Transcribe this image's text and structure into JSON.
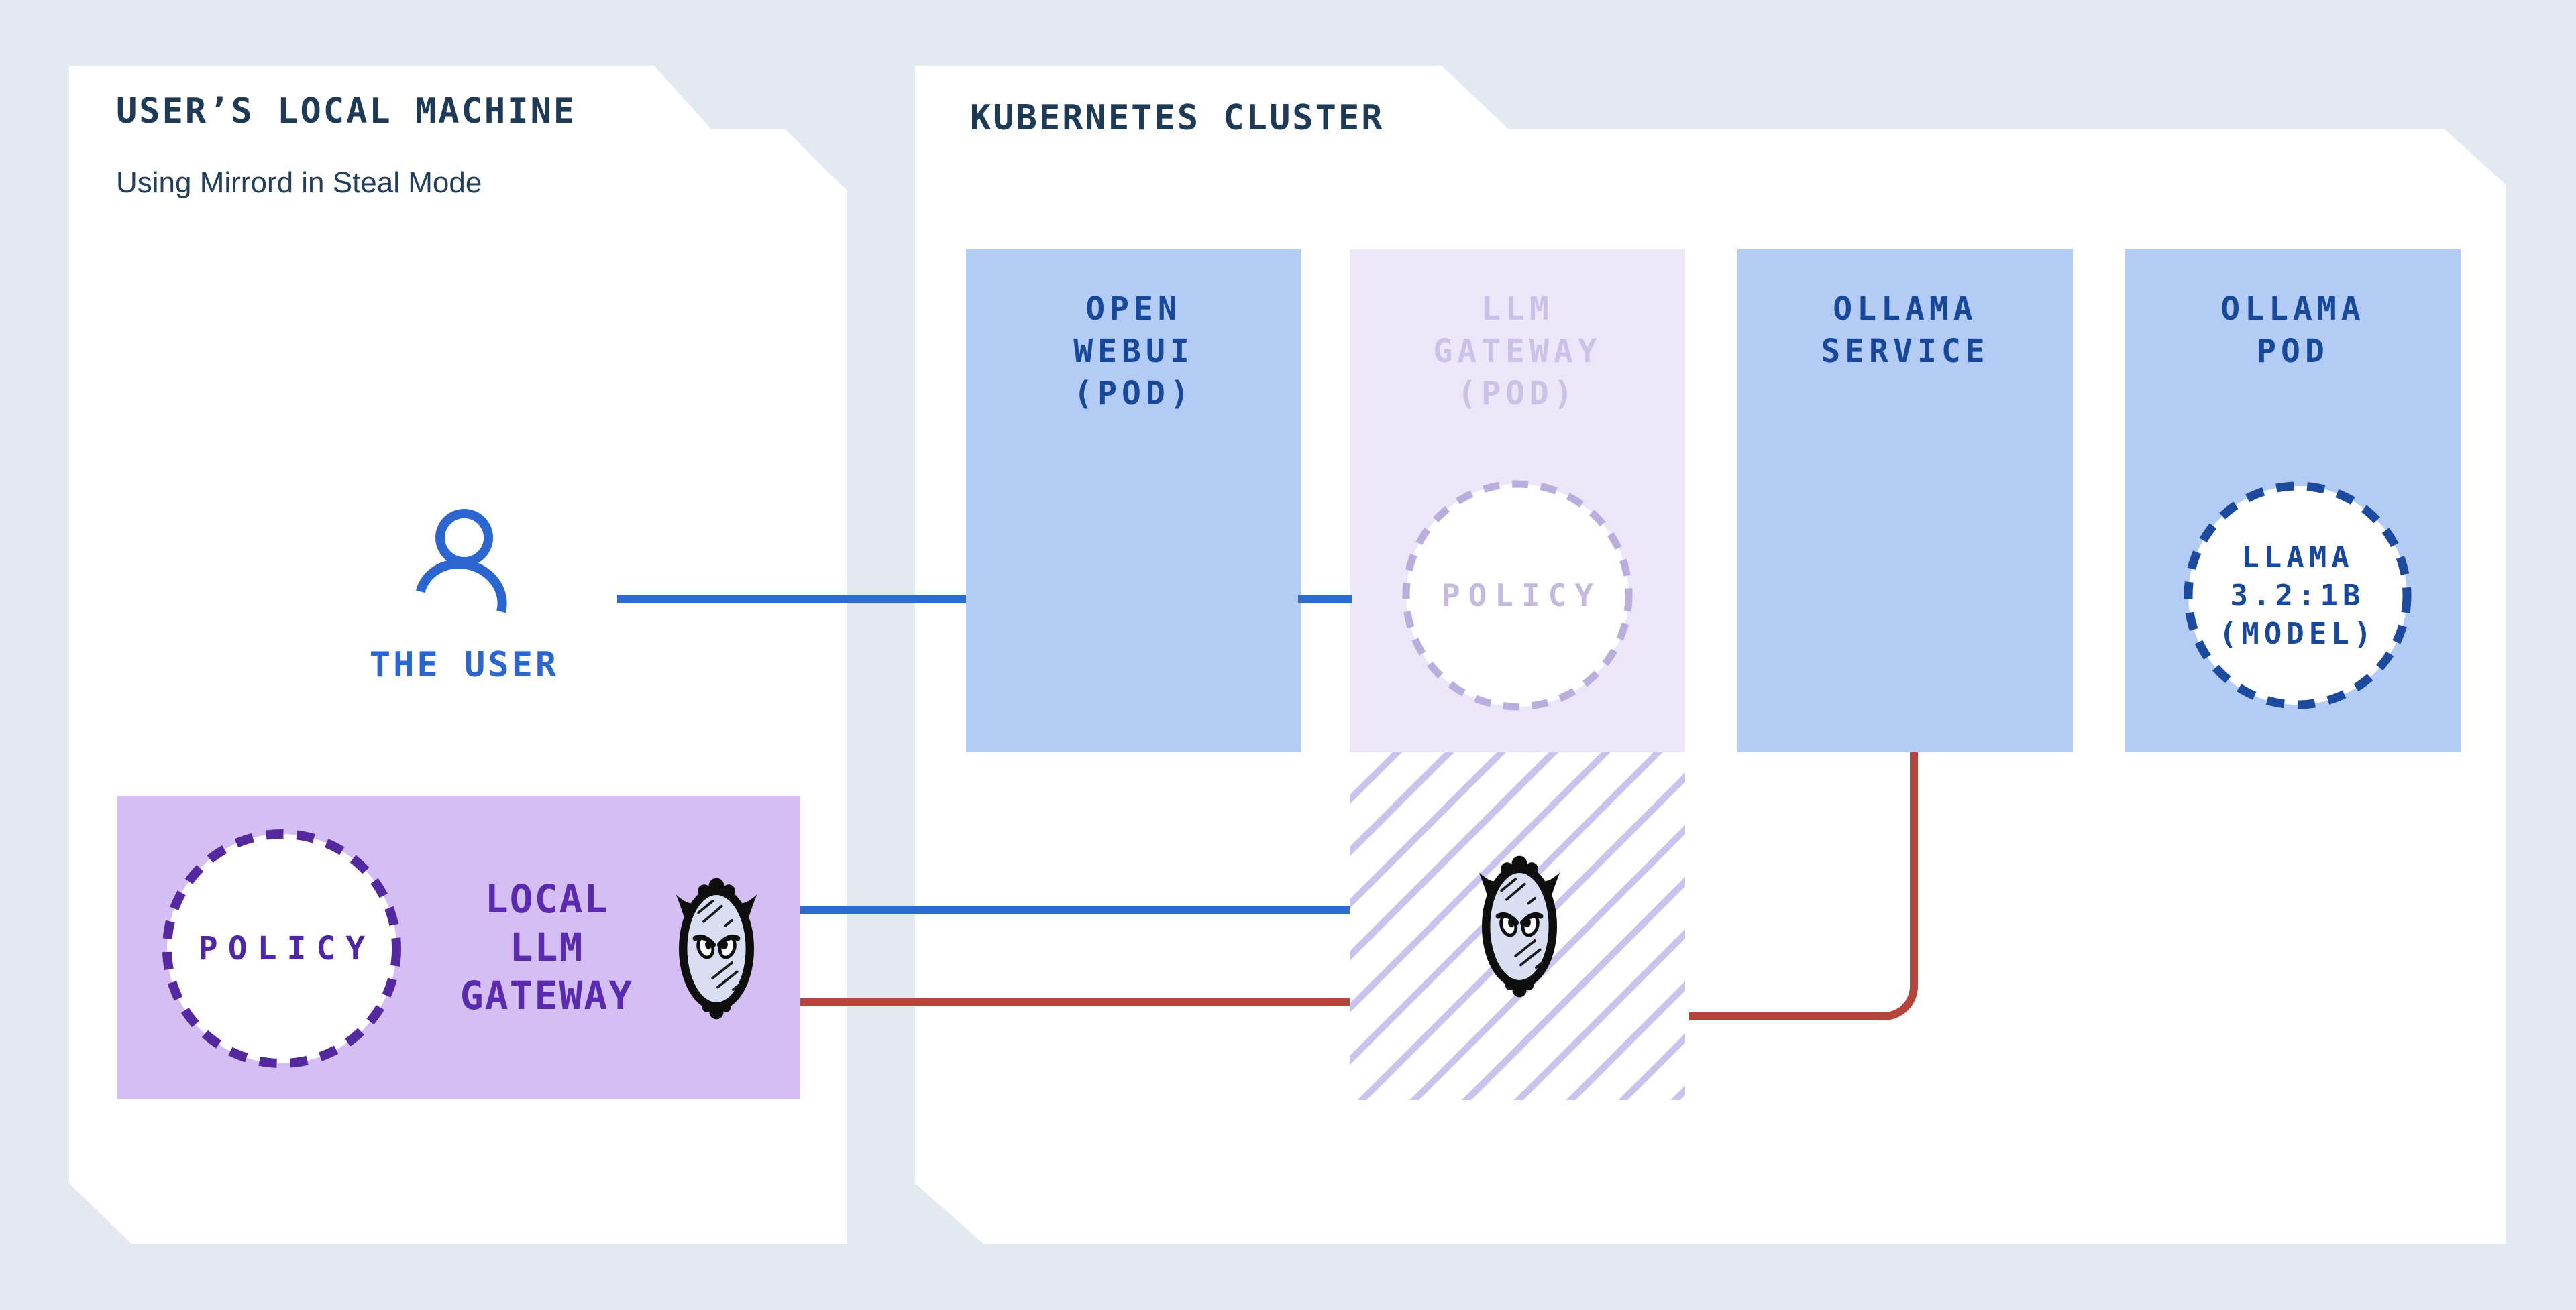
{
  "local_machine": {
    "title": "USER’S LOCAL MACHINE",
    "subtitle": "Using Mirrord in Steal Mode",
    "user_label": "THE USER",
    "gateway": {
      "label": "LOCAL\nLLM\nGATEWAY",
      "policy_label": "POLICY",
      "mascot_icon": "mirrord-angry-mirror"
    }
  },
  "kubernetes_cluster": {
    "title": "KUBERNETES CLUSTER",
    "pods": [
      {
        "id": "open-webui",
        "label": "OPEN\nWEBUI\n(POD)",
        "variant": "blue"
      },
      {
        "id": "llm-gateway",
        "label": "LLM\nGATEWAY\n(POD)",
        "variant": "lavender",
        "policy_label": "POLICY",
        "status": "bypassed"
      },
      {
        "id": "ollama-service",
        "label": "OLLAMA\nSERVICE",
        "variant": "blue"
      },
      {
        "id": "ollama-pod",
        "label": "OLLAMA\nPOD",
        "variant": "blue",
        "model_label": "LLAMA\n3.2:1B\n(MODEL)"
      }
    ],
    "stolen_traffic_mascot_icon": "mirrord-angry-mirror"
  },
  "connections": [
    {
      "from": "the-user",
      "to": "open-webui-pod",
      "color": "#2b6bd2"
    },
    {
      "from": "open-webui-pod",
      "to": "llm-gateway-policy",
      "color": "#2b6bd2"
    },
    {
      "from": "local-llm-gateway",
      "to": "stolen-traffic-area",
      "color": "#2b6bd2"
    },
    {
      "from": "local-llm-gateway",
      "to": "stolen-traffic-area",
      "color": "#b5443b"
    },
    {
      "from": "stolen-traffic-area",
      "to": "ollama-service",
      "color": "#b5443b"
    }
  ],
  "colors": {
    "background": "#e3e9f1",
    "panel": "#ffffff",
    "title_navy": "#1d3a56",
    "pod_blue_fill": "#b3ccf6",
    "pod_blue_text": "#17489c",
    "pod_lavender_fill": "#ece7f8",
    "pod_lavender_text": "#cbc2e8",
    "gateway_purple_fill": "#d5bef3",
    "gateway_purple_text": "#5a2bb0",
    "policy_dash_purple": "#54289f",
    "policy_dash_lavender": "#b9aedd",
    "model_dash_blue": "#1b4a9e",
    "blue_line": "#2b6bd2",
    "red_line": "#b5443b",
    "hatch_stripe": "#c9c3ee",
    "mirror_glass": "#d9def2"
  }
}
